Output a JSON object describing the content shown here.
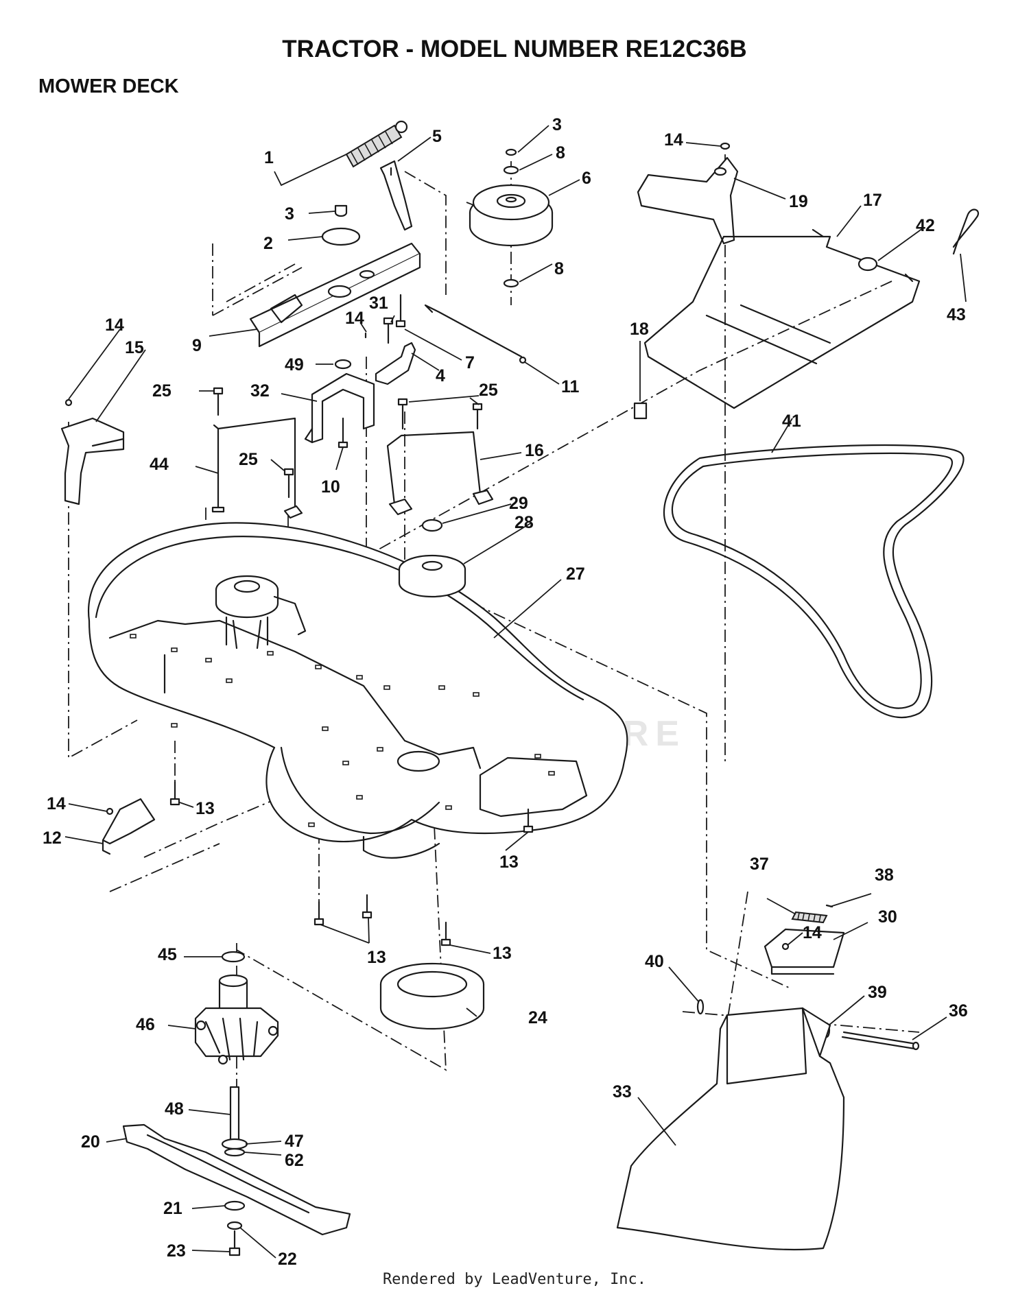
{
  "title": "TRACTOR  - MODEL NUMBER RE12C36B",
  "section": "MOWER DECK",
  "footer": "Rendered by LeadVenture, Inc.",
  "watermark": "LEADVENTURE",
  "callouts": [
    {
      "id": "c1",
      "label": "1"
    },
    {
      "id": "c2",
      "label": "2"
    },
    {
      "id": "c3a",
      "label": "3"
    },
    {
      "id": "c3b",
      "label": "3"
    },
    {
      "id": "c4",
      "label": "4"
    },
    {
      "id": "c5",
      "label": "5"
    },
    {
      "id": "c6",
      "label": "6"
    },
    {
      "id": "c7",
      "label": "7"
    },
    {
      "id": "c8a",
      "label": "8"
    },
    {
      "id": "c8b",
      "label": "8"
    },
    {
      "id": "c9",
      "label": "9"
    },
    {
      "id": "c10",
      "label": "10"
    },
    {
      "id": "c11",
      "label": "11"
    },
    {
      "id": "c12",
      "label": "12"
    },
    {
      "id": "c13a",
      "label": "13"
    },
    {
      "id": "c13b",
      "label": "13"
    },
    {
      "id": "c13c",
      "label": "13"
    },
    {
      "id": "c13d",
      "label": "13"
    },
    {
      "id": "c14a",
      "label": "14"
    },
    {
      "id": "c14b",
      "label": "14"
    },
    {
      "id": "c14c",
      "label": "14"
    },
    {
      "id": "c14d",
      "label": "14"
    },
    {
      "id": "c14e",
      "label": "14"
    },
    {
      "id": "c15",
      "label": "15"
    },
    {
      "id": "c16",
      "label": "16"
    },
    {
      "id": "c17",
      "label": "17"
    },
    {
      "id": "c18",
      "label": "18"
    },
    {
      "id": "c19",
      "label": "19"
    },
    {
      "id": "c20",
      "label": "20"
    },
    {
      "id": "c21",
      "label": "21"
    },
    {
      "id": "c22",
      "label": "22"
    },
    {
      "id": "c23",
      "label": "23"
    },
    {
      "id": "c24",
      "label": "24"
    },
    {
      "id": "c25a",
      "label": "25"
    },
    {
      "id": "c25b",
      "label": "25"
    },
    {
      "id": "c25c",
      "label": "25"
    },
    {
      "id": "c27",
      "label": "27"
    },
    {
      "id": "c28",
      "label": "28"
    },
    {
      "id": "c29",
      "label": "29"
    },
    {
      "id": "c30",
      "label": "30"
    },
    {
      "id": "c31",
      "label": "31"
    },
    {
      "id": "c32",
      "label": "32"
    },
    {
      "id": "c33",
      "label": "33"
    },
    {
      "id": "c36",
      "label": "36"
    },
    {
      "id": "c37",
      "label": "37"
    },
    {
      "id": "c38",
      "label": "38"
    },
    {
      "id": "c39",
      "label": "39"
    },
    {
      "id": "c40",
      "label": "40"
    },
    {
      "id": "c41",
      "label": "41"
    },
    {
      "id": "c42",
      "label": "42"
    },
    {
      "id": "c43",
      "label": "43"
    },
    {
      "id": "c44",
      "label": "44"
    },
    {
      "id": "c45",
      "label": "45"
    },
    {
      "id": "c46",
      "label": "46"
    },
    {
      "id": "c47",
      "label": "47"
    },
    {
      "id": "c48",
      "label": "48"
    },
    {
      "id": "c49",
      "label": "49"
    },
    {
      "id": "c62",
      "label": "62"
    }
  ]
}
